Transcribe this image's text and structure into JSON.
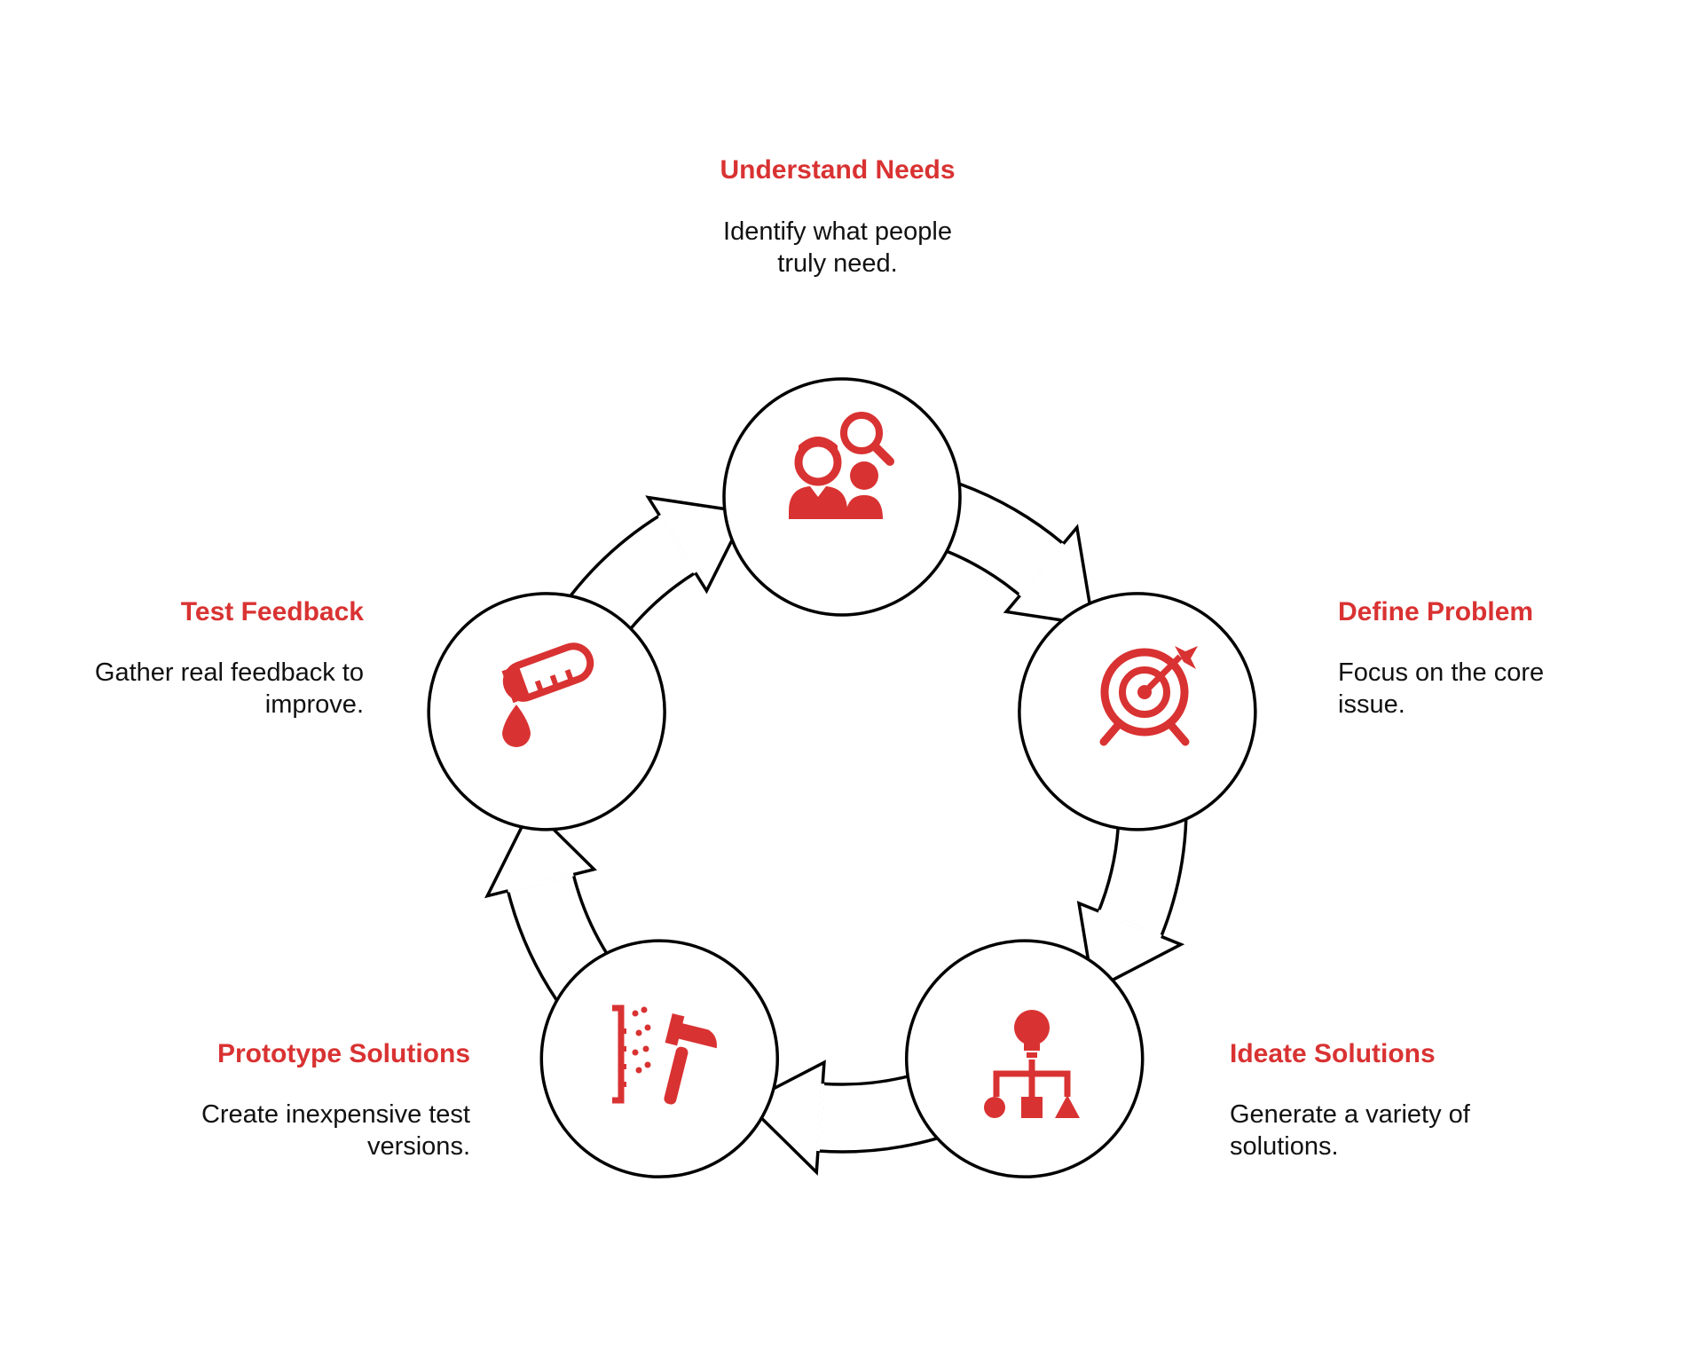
{
  "colors": {
    "accent": "#d93232",
    "stroke": "#000000",
    "text": "#111111",
    "background": "#ffffff"
  },
  "steps": [
    {
      "id": "understand",
      "title": "Understand Needs",
      "desc_line1": "Identify what people",
      "desc_line2": "truly need.",
      "icon": "people-search-icon"
    },
    {
      "id": "define",
      "title": "Define Problem",
      "desc_line1": "Focus on the core",
      "desc_line2": "issue.",
      "icon": "target-arrow-icon"
    },
    {
      "id": "ideate",
      "title": "Ideate Solutions",
      "desc_line1": "Generate a variety of",
      "desc_line2": "solutions.",
      "icon": "idea-flowchart-icon"
    },
    {
      "id": "prototype",
      "title": "Prototype Solutions",
      "desc_line1": "Create inexpensive test",
      "desc_line2": "versions.",
      "icon": "prototype-tools-icon"
    },
    {
      "id": "test",
      "title": "Test Feedback",
      "desc_line1": "Gather real feedback to",
      "desc_line2": "improve.",
      "icon": "test-tube-drop-icon"
    }
  ]
}
